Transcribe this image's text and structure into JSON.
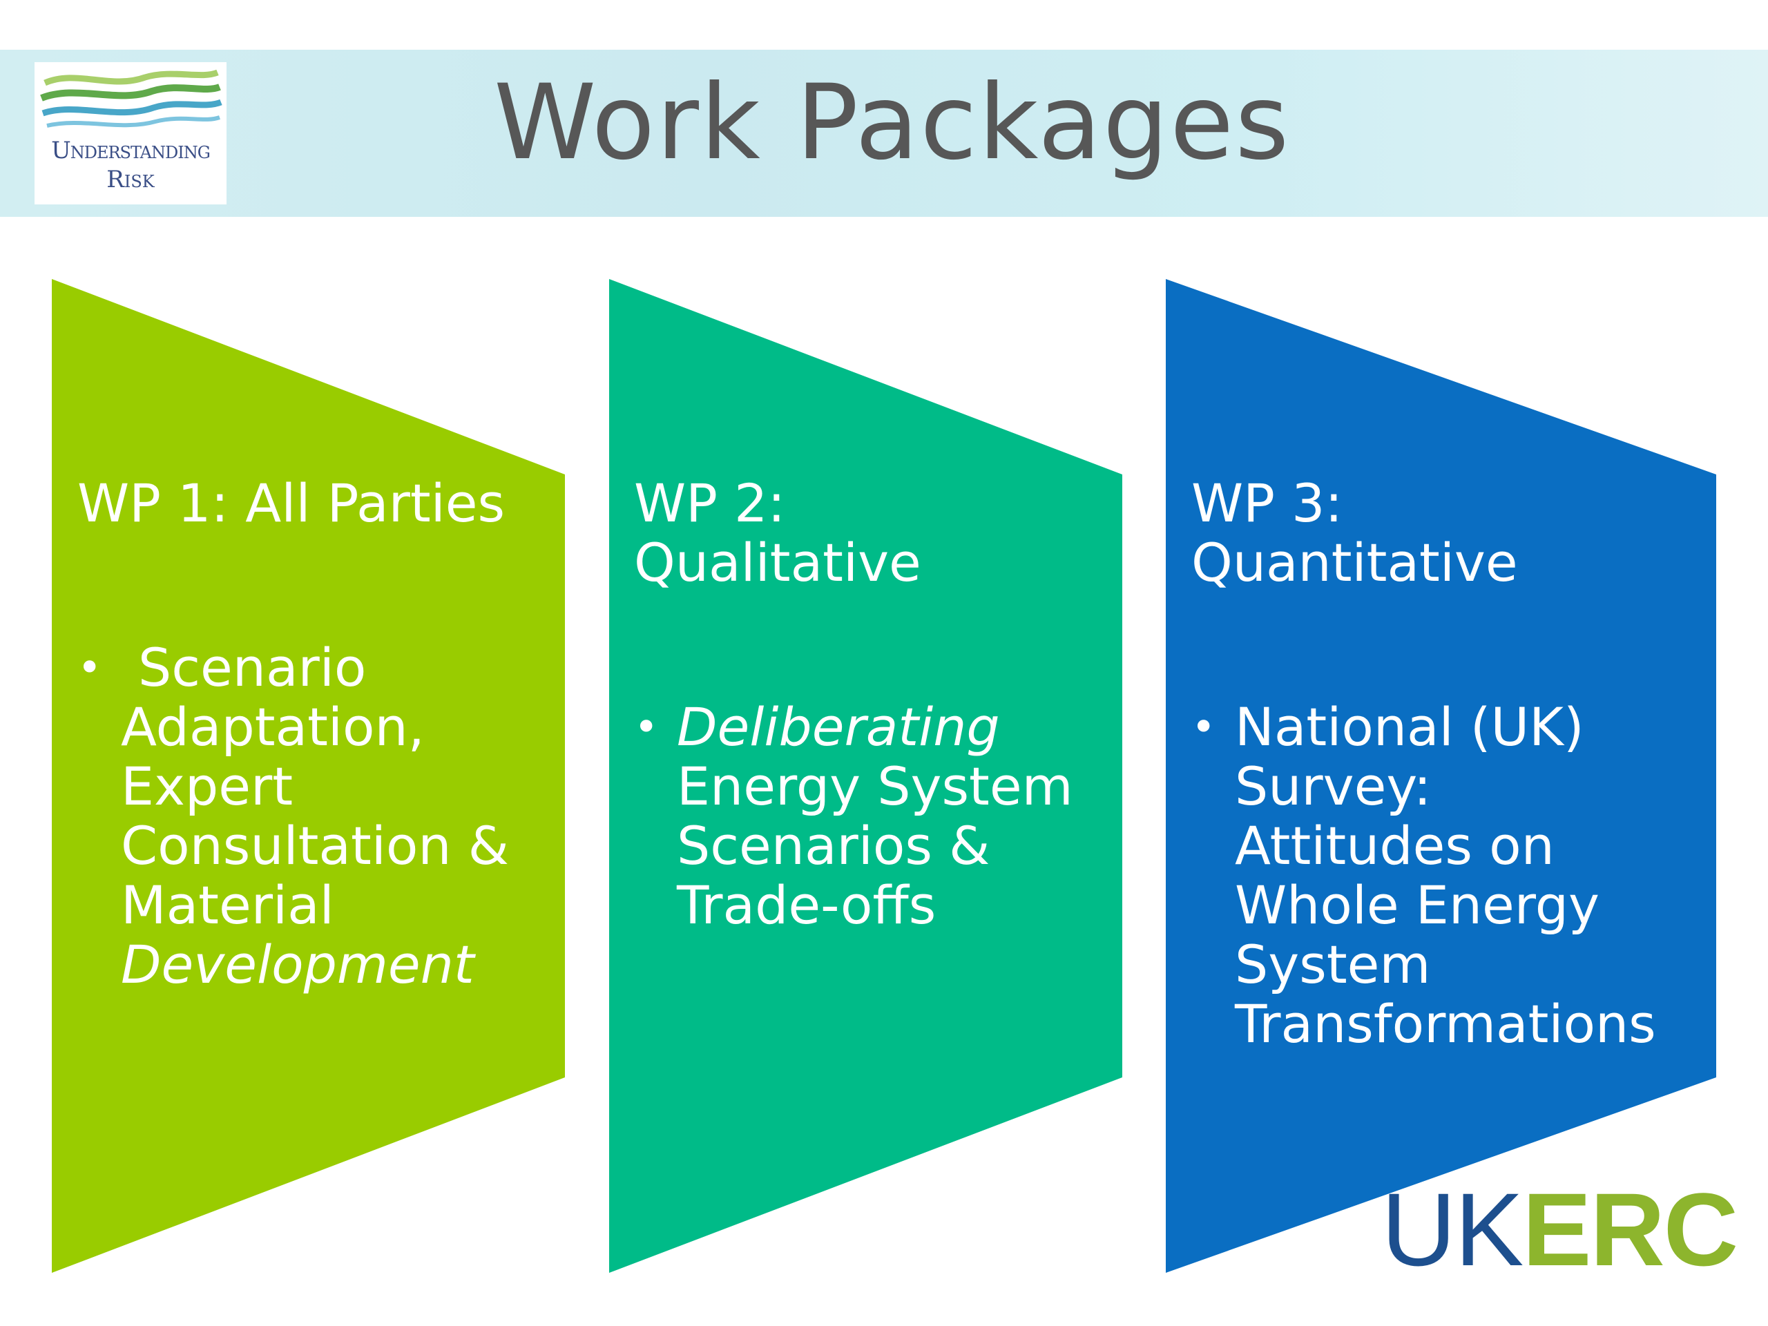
{
  "header": {
    "title": "Work Packages",
    "logo_line1": "Understanding",
    "logo_line2": "Risk"
  },
  "panels": [
    {
      "heading_lines": [
        "WP 1: All Parties"
      ],
      "bullet_lines": [
        "Scenario",
        "Adaptation,",
        "Expert",
        "Consultation &",
        "Material",
        "Development"
      ],
      "color": "#99cc00"
    },
    {
      "heading_lines": [
        "WP 2:",
        "Qualitative"
      ],
      "bullet_lines": [
        "Deliberating",
        "Energy System",
        "Scenarios &",
        "Trade-offs"
      ],
      "color": "#00bb88"
    },
    {
      "heading_lines": [
        "WP 3:",
        "Quantitative"
      ],
      "bullet_lines": [
        "National (UK)",
        "Survey:",
        "Attitudes on",
        "Whole Energy",
        "System",
        "Transformations"
      ],
      "color": "#0a6ec2"
    }
  ],
  "footer_logo": {
    "part1": "UK",
    "part2": "ERC"
  }
}
